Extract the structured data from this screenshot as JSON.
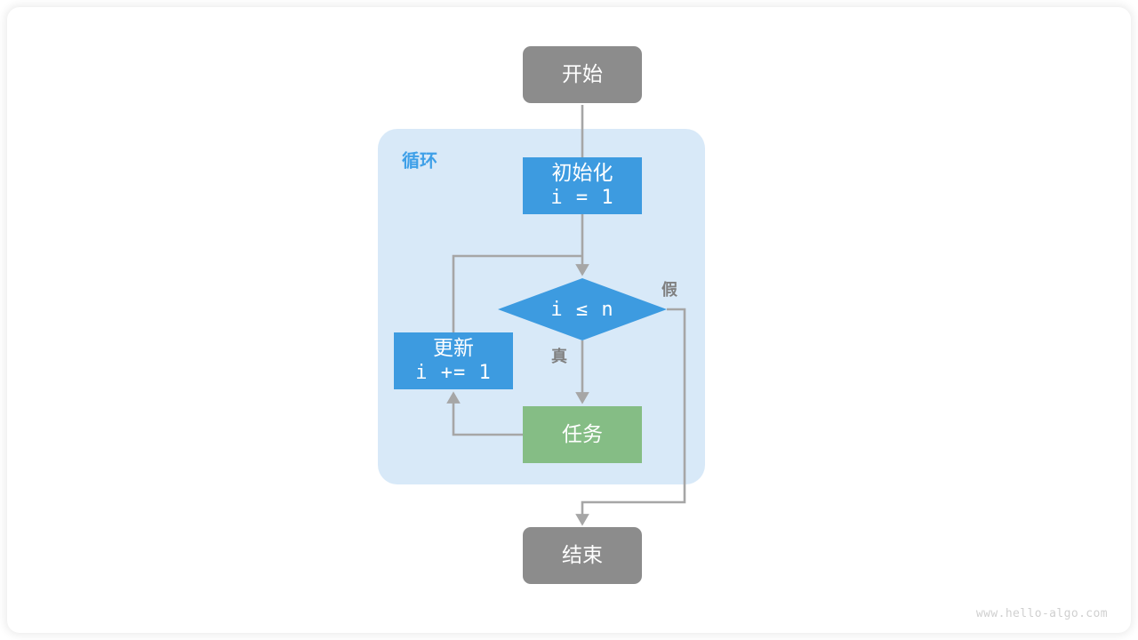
{
  "diagram": {
    "title": "for-loop-flowchart",
    "colors": {
      "terminal_fill": "#8c8c8c",
      "process_fill": "#3d9be0",
      "decision_fill": "#3d9be0",
      "task_fill": "#85bd85",
      "group_fill": "#d8e9f8",
      "group_label_color": "#3fa0e8",
      "edge_color": "#a6a6a6",
      "edge_label_color": "#808080",
      "node_text_color": "#ffffff",
      "canvas_background": "#ffffff"
    },
    "nodes": {
      "start": {
        "label": "开始",
        "shape": "rounded-rect"
      },
      "init": {
        "label_line1": "初始化",
        "label_line2": "i = 1",
        "shape": "rect"
      },
      "condition": {
        "label": "i ≤ n",
        "shape": "diamond"
      },
      "task": {
        "label": "任务",
        "shape": "rect"
      },
      "update": {
        "label_line1": "更新",
        "label_line2": "i += 1",
        "shape": "rect"
      },
      "end": {
        "label": "结束",
        "shape": "rounded-rect"
      }
    },
    "group": {
      "label": "循环"
    },
    "edge_labels": {
      "true_branch": "真",
      "false_branch": "假"
    },
    "watermark": "www.hello-algo.com"
  }
}
